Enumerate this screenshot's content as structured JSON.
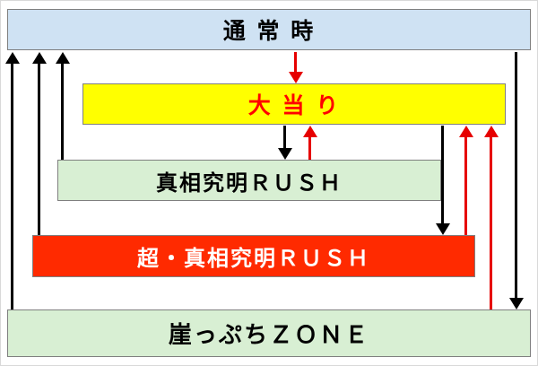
{
  "diagram": {
    "boxes": {
      "normal": {
        "label": "通 常 時",
        "bg": "#cfe2f3",
        "text_color": "#000000"
      },
      "jackpot": {
        "label": "大 当 り",
        "bg": "#ffff00",
        "text_color": "#ff0000"
      },
      "rush": {
        "label": "真相究明ＲＵＳＨ",
        "bg": "#d8efd3",
        "text_color": "#000000"
      },
      "super_rush": {
        "label": "超・真相究明ＲＵＳＨ",
        "bg": "#ff2a00",
        "text_color": "#ffffff"
      },
      "zone": {
        "label": "崖っぷちＺＯＮＥ",
        "bg": "#d8efd3",
        "text_color": "#000000"
      }
    },
    "arrows": [
      {
        "id": "zone-to-normal",
        "from": "崖っぷちＺＯＮＥ",
        "to": "通 常 時",
        "color": "#000000",
        "direction": "up"
      },
      {
        "id": "super-rush-to-normal",
        "from": "超・真相究明ＲＵＳＨ",
        "to": "通 常 時",
        "color": "#000000",
        "direction": "up"
      },
      {
        "id": "rush-to-normal",
        "from": "真相究明ＲＵＳＨ",
        "to": "通 常 時",
        "color": "#000000",
        "direction": "up"
      },
      {
        "id": "normal-to-jackpot",
        "from": "通 常 時",
        "to": "大 当 り",
        "color": "#e60000",
        "direction": "down"
      },
      {
        "id": "jackpot-to-rush",
        "from": "大 当 り",
        "to": "真相究明ＲＵＳＨ",
        "color": "#000000",
        "direction": "down"
      },
      {
        "id": "rush-to-jackpot",
        "from": "真相究明ＲＵＳＨ",
        "to": "大 当 り",
        "color": "#e60000",
        "direction": "up"
      },
      {
        "id": "jackpot-to-super-rush",
        "from": "大 当 り",
        "to": "超・真相究明ＲＵＳＨ",
        "color": "#000000",
        "direction": "down"
      },
      {
        "id": "super-rush-to-jackpot",
        "from": "超・真相究明ＲＵＳＨ",
        "to": "大 当 り",
        "color": "#e60000",
        "direction": "up"
      },
      {
        "id": "zone-to-jackpot",
        "from": "崖っぷちＺＯＮＥ",
        "to": "大 当 り",
        "color": "#e60000",
        "direction": "up"
      },
      {
        "id": "normal-to-zone",
        "from": "通 常 時",
        "to": "崖っぷちＺＯＮＥ",
        "color": "#000000",
        "direction": "down"
      }
    ]
  }
}
